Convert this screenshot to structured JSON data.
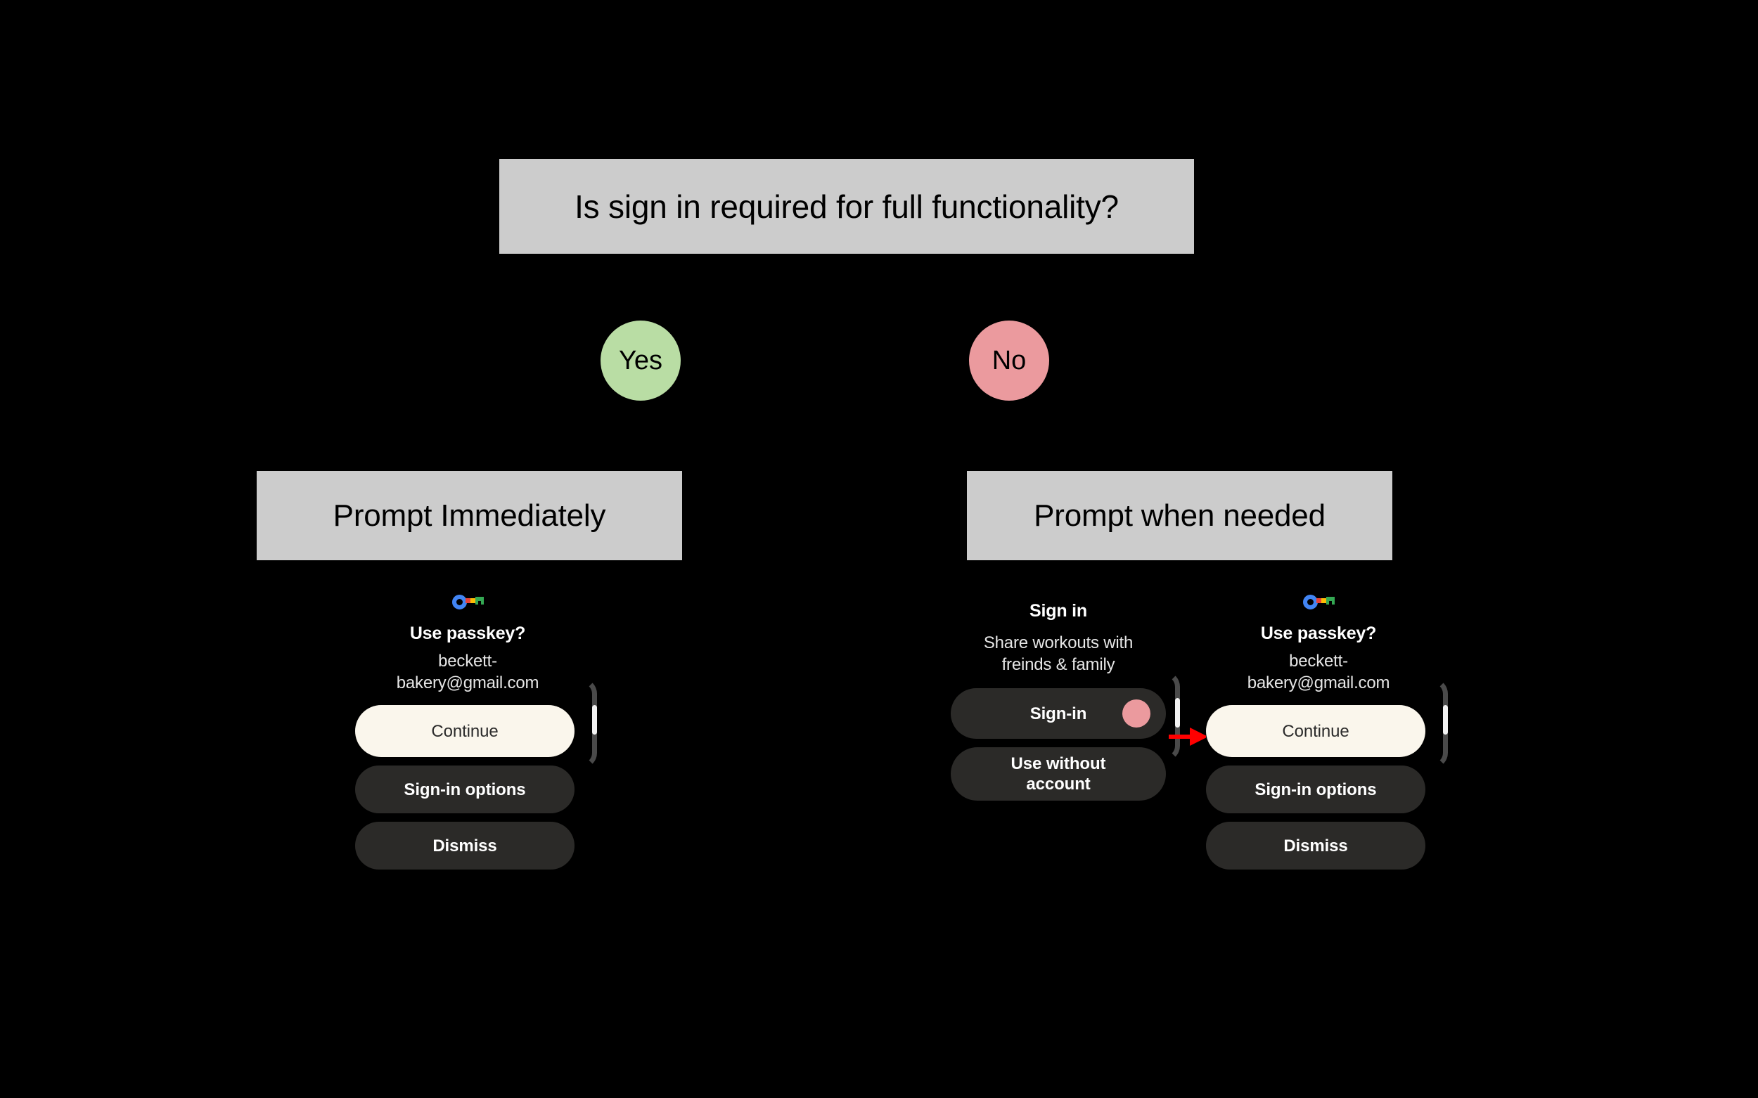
{
  "flowchart": {
    "title": "Is sign in required for full functionality?",
    "branches": [
      {
        "decision": "Yes",
        "decision_color": "#b9dda4",
        "outcome": "Prompt Immediately"
      },
      {
        "decision": "No",
        "decision_color": "#eb9a9e",
        "outcome": "Prompt when needed"
      }
    ],
    "box_color": "#cccccc"
  },
  "mockups": {
    "passkey_left": {
      "icon": "google-passkey-icon",
      "title": "Use passkey?",
      "subtitle_line1": "beckett-",
      "subtitle_line2": "bakery@gmail.com",
      "buttons": [
        {
          "label": "Continue",
          "style": "primary"
        },
        {
          "label": "Sign-in options",
          "style": "secondary"
        },
        {
          "label": "Dismiss",
          "style": "secondary"
        }
      ]
    },
    "signin": {
      "title": "Sign in",
      "subtitle_line1": "Share workouts with",
      "subtitle_line2": "freinds & family",
      "buttons": [
        {
          "label": "Sign-in",
          "style": "secondary",
          "indicator_color": "#eb9a9e"
        },
        {
          "label": "Use without account",
          "style": "secondary"
        }
      ]
    },
    "passkey_right": {
      "icon": "google-passkey-icon",
      "title": "Use passkey?",
      "subtitle_line1": "beckett-",
      "subtitle_line2": "bakery@gmail.com",
      "buttons": [
        {
          "label": "Continue",
          "style": "primary"
        },
        {
          "label": "Sign-in options",
          "style": "secondary"
        },
        {
          "label": "Dismiss",
          "style": "secondary"
        }
      ]
    }
  },
  "annotation": {
    "arrow_color": "#ff0000",
    "arrow_name": "flow-arrow-signin-to-continue"
  }
}
